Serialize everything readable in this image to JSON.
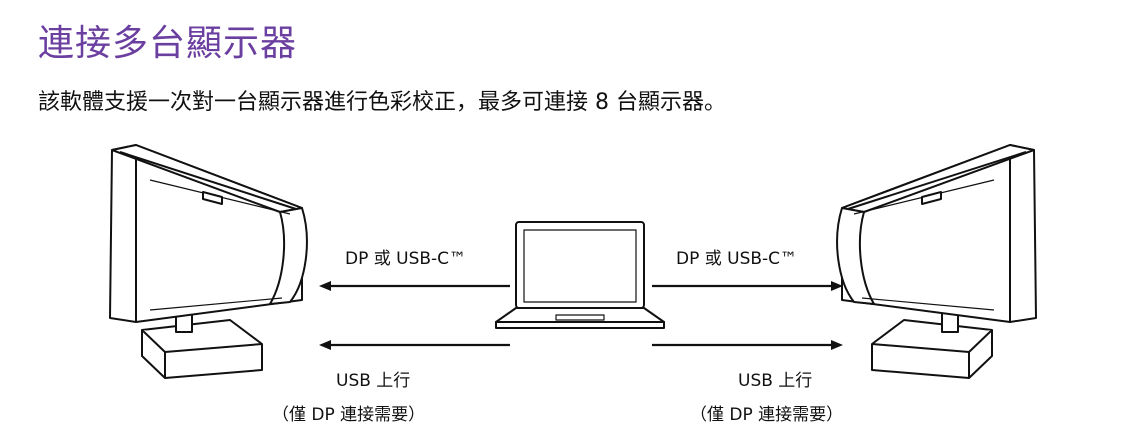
{
  "page": {
    "title": "連接多台顯示器",
    "subtitle": "該軟體支援一次對一台顯示器進行色彩校正，最多可連接 8 台顯示器。"
  },
  "diagram": {
    "left": {
      "video_label": "DP 或 USB-C™",
      "usb_label": "USB 上行",
      "usb_note": "（僅 DP 連接需要）"
    },
    "right": {
      "video_label": "DP 或 USB-C™",
      "usb_label": "USB 上行",
      "usb_note": "（僅 DP 連接需要）"
    },
    "colors": {
      "title": "#6b3fa0",
      "line": "#111111"
    },
    "icons": [
      "monitor-with-hood-icon",
      "laptop-icon",
      "arrow-icon"
    ]
  }
}
